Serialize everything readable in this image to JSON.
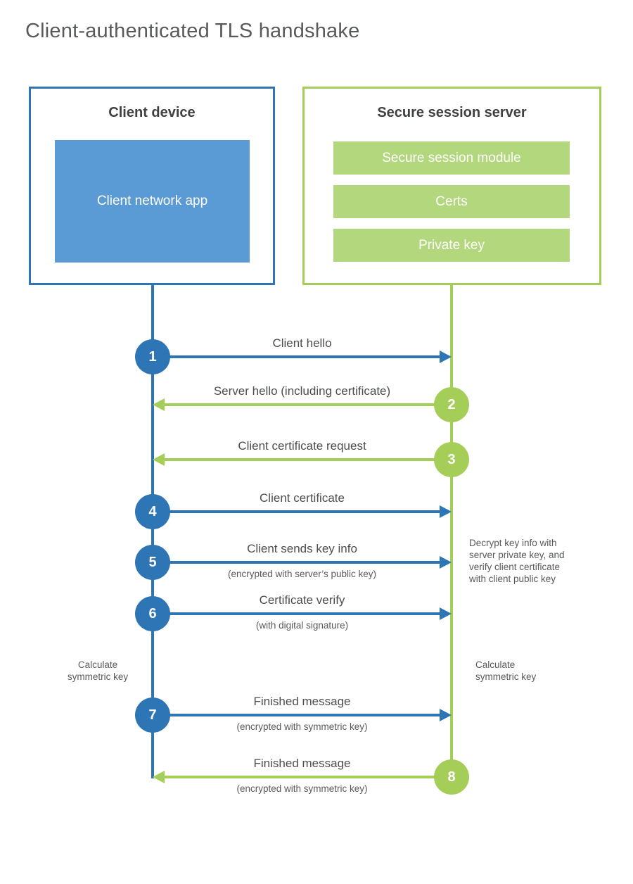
{
  "page": {
    "title": "Client-authenticated TLS handshake"
  },
  "client_box": {
    "title": "Client device",
    "app_label": "Client network app"
  },
  "server_box": {
    "title": "Secure session server",
    "modules": [
      "Secure session module",
      "Certs",
      "Private key"
    ]
  },
  "messages": [
    {
      "step": "1",
      "label": "Client hello",
      "sublabel": "",
      "from": "client",
      "to": "server",
      "direction": "right",
      "color": "blue"
    },
    {
      "step": "2",
      "label": "Server hello (including certificate)",
      "sublabel": "",
      "from": "server",
      "to": "client",
      "direction": "left",
      "color": "green"
    },
    {
      "step": "3",
      "label": "Client certificate request",
      "sublabel": "",
      "from": "server",
      "to": "client",
      "direction": "left",
      "color": "green"
    },
    {
      "step": "4",
      "label": "Client certificate",
      "sublabel": "",
      "from": "client",
      "to": "server",
      "direction": "right",
      "color": "blue"
    },
    {
      "step": "5",
      "label": "Client sends key info",
      "sublabel": "(encrypted with server’s public key)",
      "from": "client",
      "to": "server",
      "direction": "right",
      "color": "blue"
    },
    {
      "step": "6",
      "label": "Certificate verify",
      "sublabel": "(with digital signature)",
      "from": "client",
      "to": "server",
      "direction": "right",
      "color": "blue"
    },
    {
      "step": "7",
      "label": "Finished message",
      "sublabel": "(encrypted with symmetric key)",
      "from": "client",
      "to": "server",
      "direction": "right",
      "color": "blue"
    },
    {
      "step": "8",
      "label": "Finished message",
      "sublabel": "(encrypted with symmetric key)",
      "from": "server",
      "to": "client",
      "direction": "left",
      "color": "green"
    }
  ],
  "annotations": {
    "decrypt_note": "Decrypt key info with server private key, and verify client certificate with client public key",
    "calculate_left": "Calculate symmetric key",
    "calculate_right": "Calculate symmetric key"
  },
  "colors": {
    "blue_accent": "#2e75b6",
    "blue_fill": "#5b9bd5",
    "green_accent": "#a5ce58",
    "green_fill": "#b2d77c",
    "text_dark": "#3f4042",
    "text_gray": "#58595b",
    "label_gray": "#4c4d4f"
  }
}
